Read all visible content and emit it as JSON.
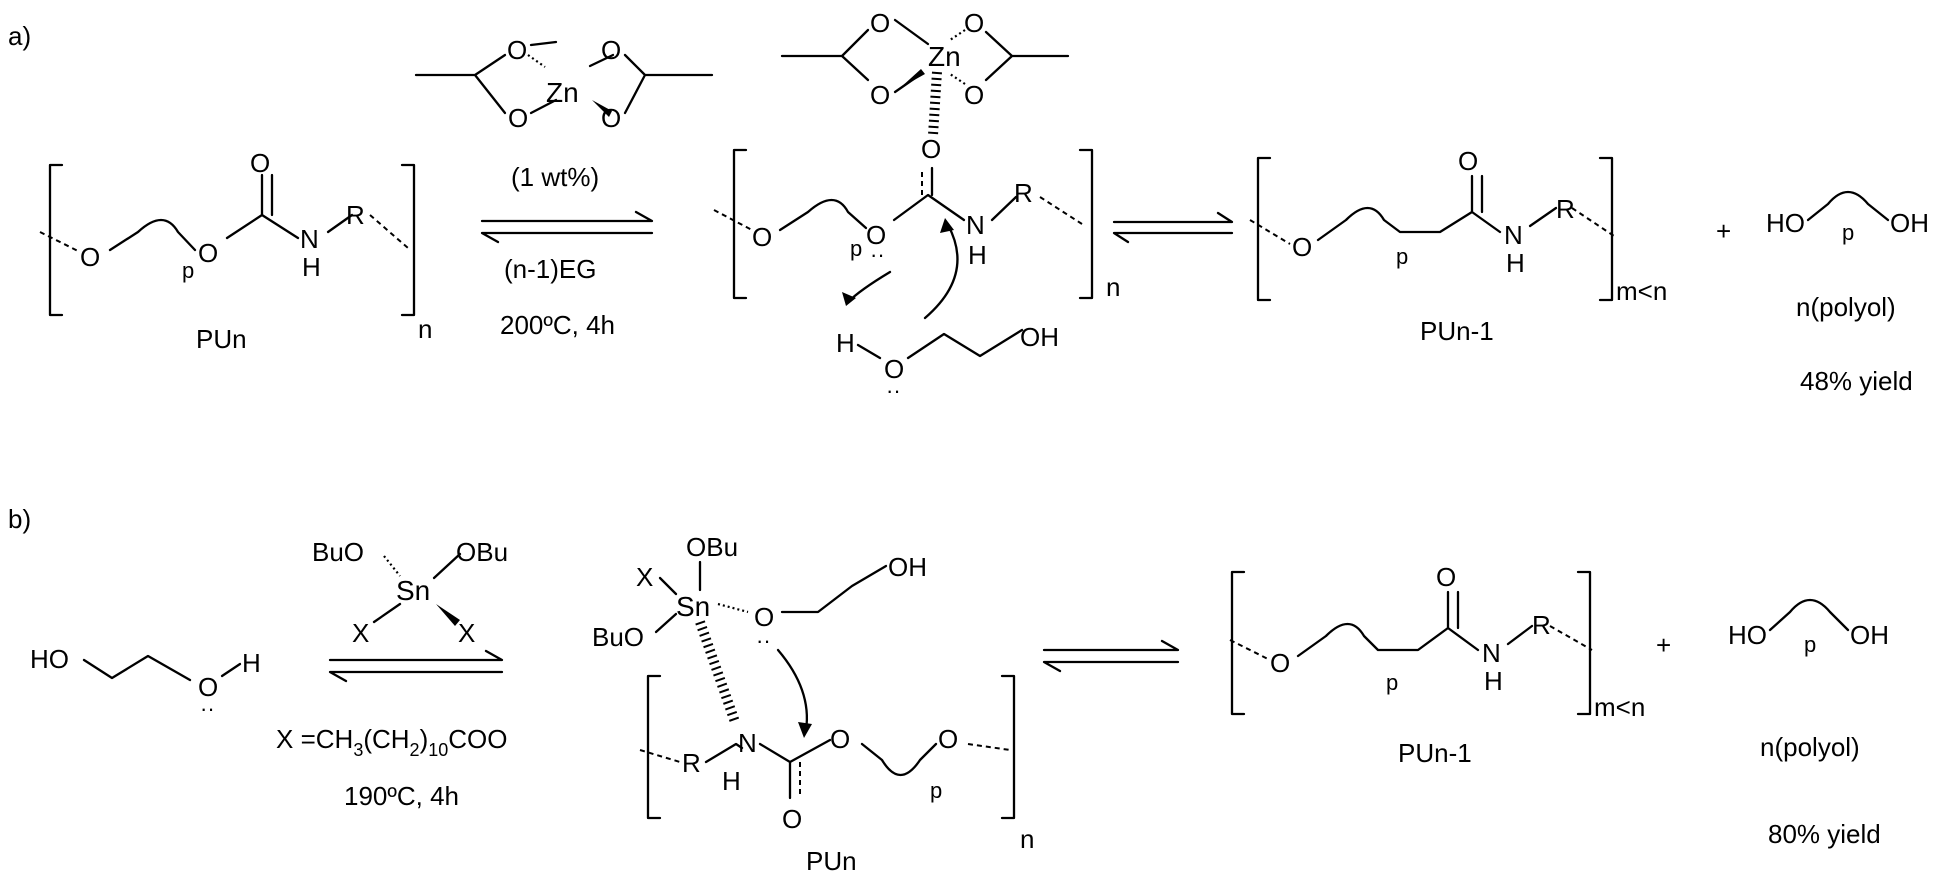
{
  "panel_a": {
    "label": "a)",
    "catalyst_amount": "(1 wt%)",
    "reagent": "(n-1)EG",
    "conditions": "200ºC, 4h",
    "reactant_name": "PUn",
    "product_name": "PUn-1",
    "byproduct_name": "n(polyol)",
    "yield": "48% yield",
    "plus": "+",
    "atoms": {
      "Zn": "Zn",
      "O": "O",
      "N": "N",
      "H": "H",
      "R": "R",
      "p": "p",
      "n": "n",
      "OH": "OH",
      "HO": "HO",
      "m_lt_n": "m<n",
      "lone_pair": "··"
    }
  },
  "panel_b": {
    "label": "b)",
    "catalyst_x_def_prefix": "X =CH",
    "catalyst_x_def_sub1": "3",
    "catalyst_x_def_mid": "(CH",
    "catalyst_x_def_sub2": "2",
    "catalyst_x_def_close": ")",
    "catalyst_x_def_sub3": "10",
    "catalyst_x_def_suffix": "COO",
    "conditions": "190ºC, 4h",
    "intermediate_name": "PUn",
    "product_name": "PUn-1",
    "byproduct_name": "n(polyol)",
    "yield": "80% yield",
    "plus": "+",
    "atoms": {
      "Sn": "Sn",
      "BuO": "BuO",
      "OBu": "OBu",
      "X": "X",
      "O": "O",
      "N": "N",
      "H": "H",
      "R": "R",
      "p": "p",
      "n": "n",
      "OH": "OH",
      "HO": "HO",
      "m_lt_n": "m<n",
      "lone_pair": "··"
    }
  }
}
